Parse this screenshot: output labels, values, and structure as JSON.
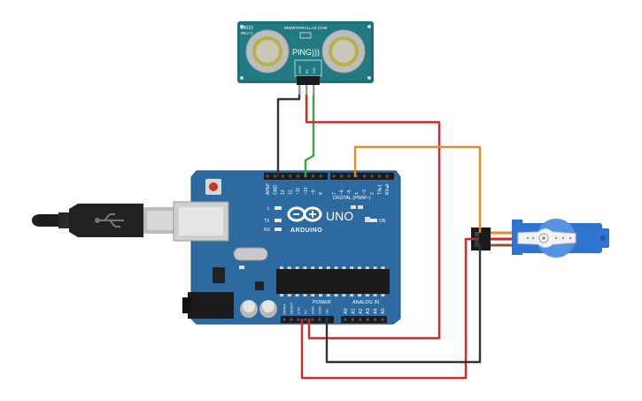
{
  "ping_sensor": {
    "model": "28015",
    "rev": "REV C",
    "brand_url": "WWW.PARALLAX.COM",
    "name": "PING)))",
    "pin_labels": [
      "GND",
      "5V",
      "SIG"
    ]
  },
  "arduino": {
    "logo_text": "ARDUINO",
    "model": "UNO",
    "digital_label": "DIGITAL (PWM~)",
    "digital_pins": [
      "AREF",
      "GND",
      "13",
      "12",
      "~11",
      "~10",
      "~9",
      "8",
      "7",
      "~6",
      "~5",
      "4",
      "~3",
      "2",
      "TX▸1",
      "RX◂0"
    ],
    "led_labels": [
      "L",
      "TX",
      "RX"
    ],
    "on_label": "ON",
    "power_label": "POWER",
    "analog_label": "ANALOG IN",
    "power_pins": [
      "IOREF",
      "RESET",
      "3.3V",
      "5V",
      "GND",
      "GND",
      "Vin"
    ],
    "analog_pins": [
      "A0",
      "A1",
      "A2",
      "A3",
      "A4",
      "A5"
    ]
  },
  "colors": {
    "board": "#2c6a9f",
    "wire_red": "#d8262b",
    "wire_black": "#333333",
    "wire_green": "#3aa63a",
    "wire_orange": "#e98b22",
    "sensor_pcb": "#217a82",
    "servo_body": "#2f74cf"
  }
}
